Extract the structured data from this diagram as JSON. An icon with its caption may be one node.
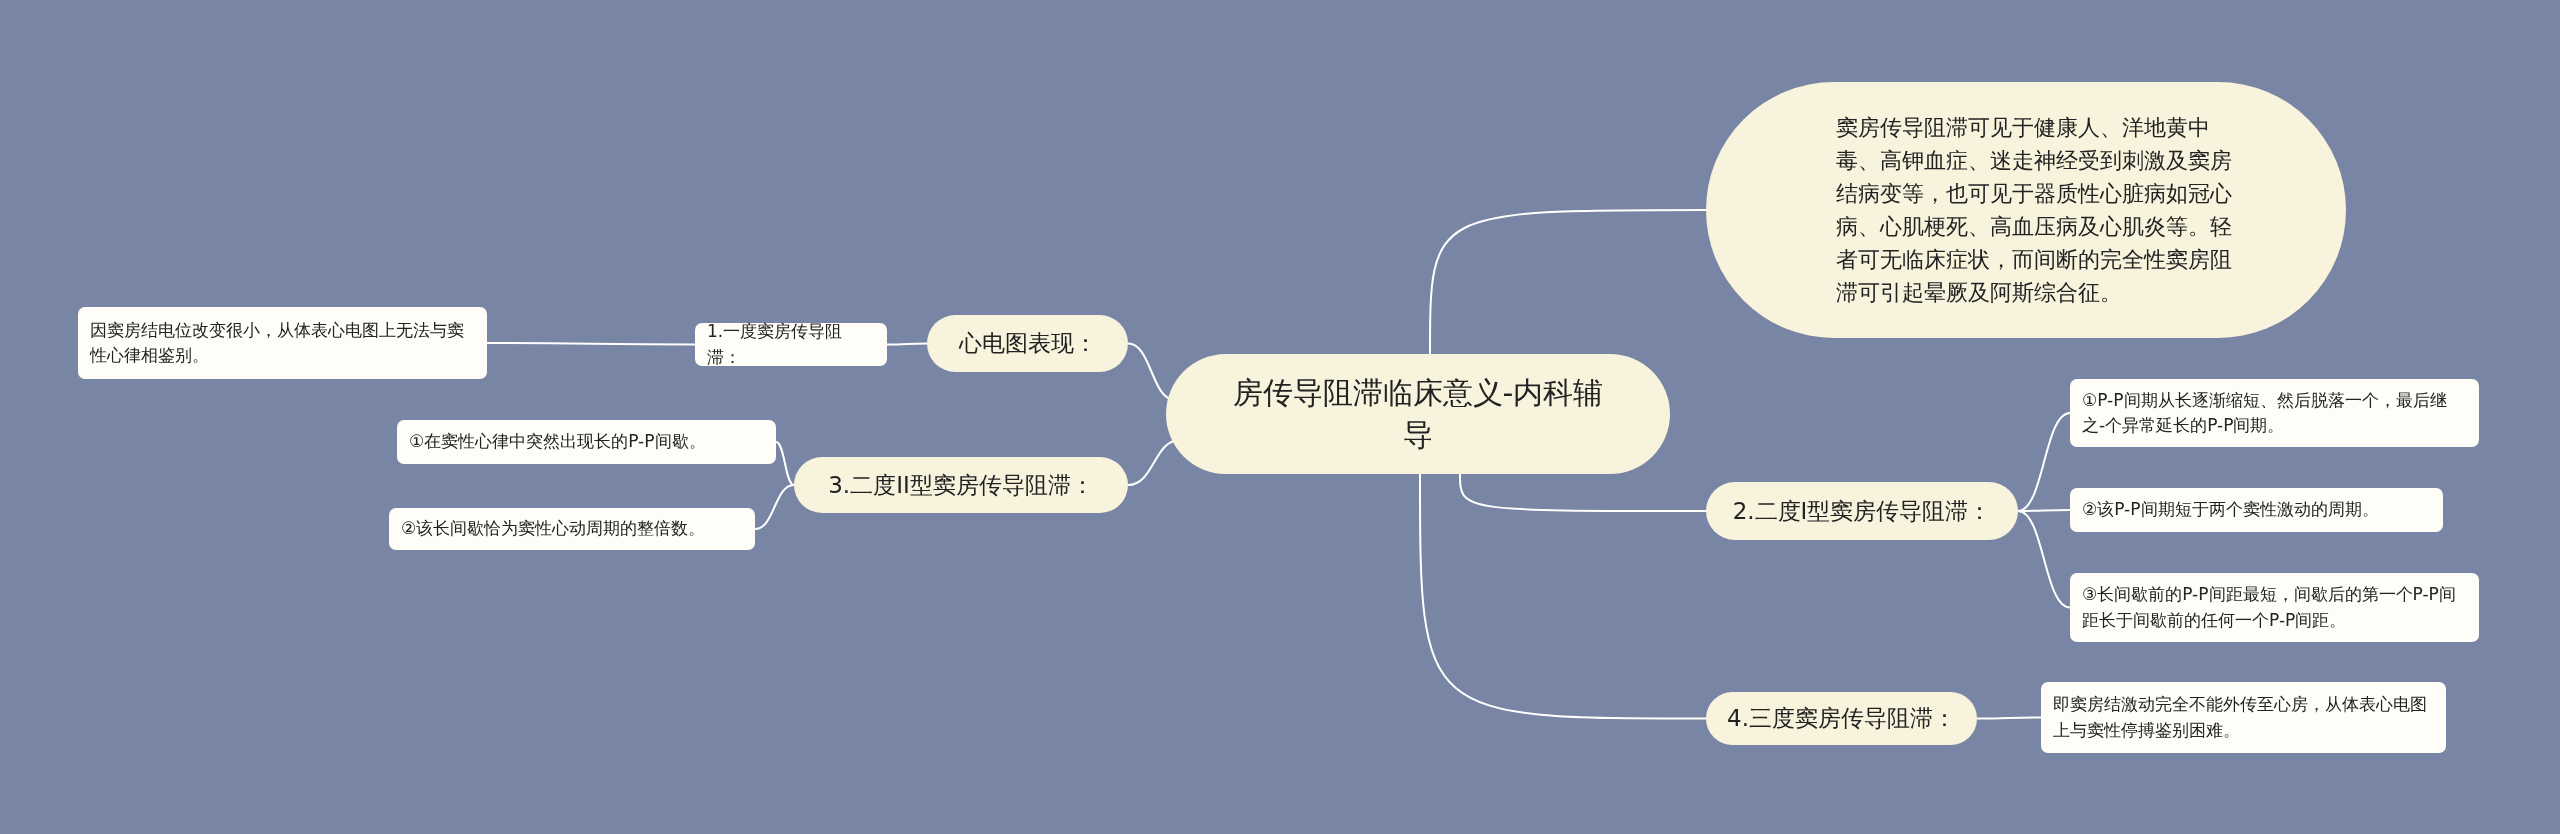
{
  "diagram": {
    "nodes": [
      {
        "text": [
          "房传导阻滞临床意义-内科辅导"
        ]
      },
      {
        "text": [
          "窦房传导阻滞可见于健康人、洋地黄中毒、高钾血症、迷走神经受到刺激及窦房结病变等，也可见于器质性心脏病如冠心病、心肌梗死、高血压病及心肌炎等。轻者可无临床症状，而间断的完全性窦房阻滞可引起晕厥及阿斯综合征。"
        ]
      },
      {
        "text": [
          "心电图表现："
        ]
      },
      {
        "text": [
          "1.一度窦房传导阻滞："
        ]
      },
      {
        "text": [
          "因窦房结电位改变很小，从体表心电图上无法与窦性心律相鉴别。"
        ]
      },
      {
        "text": [
          "3.二度II型窦房传导阻滞："
        ]
      },
      {
        "text": [
          "①在窦性心律中突然出现长的P-P间歇。"
        ]
      },
      {
        "text": [
          "②该长间歇恰为窦性心动周期的整倍数。"
        ]
      },
      {
        "text": [
          "2.二度I型窦房传导阻滞："
        ]
      },
      {
        "text": [
          "①P-P间期从长逐渐缩短、然后脱落一个，最后继之-个异常延长的P-P间期。"
        ]
      },
      {
        "text": [
          "②该P-P间期短于两个窦性激动的周期。"
        ]
      },
      {
        "text": [
          "③长间歇前的P-P间距最短，间歇后的第一个P-P间距长于间歇前的任何一个P-P间距。"
        ]
      },
      {
        "text": [
          "4.三度窦房传导阻滞："
        ]
      },
      {
        "text": [
          "即窦房结激动完全不能外传至心房，从体表心电图上与窦性停搏鉴别困难。"
        ]
      }
    ],
    "edges": [
      {
        "from": 0,
        "to": 1,
        "arrow": "none"
      },
      {
        "from": 0,
        "to": 2,
        "arrow": "none"
      },
      {
        "from": 2,
        "to": 3,
        "arrow": "none"
      },
      {
        "from": 3,
        "to": 4,
        "arrow": "none"
      },
      {
        "from": 0,
        "to": 5,
        "arrow": "none"
      },
      {
        "from": 5,
        "to": 6,
        "arrow": "none"
      },
      {
        "from": 5,
        "to": 7,
        "arrow": "none"
      },
      {
        "from": 0,
        "to": 8,
        "arrow": "none"
      },
      {
        "from": 8,
        "to": 9,
        "arrow": "none"
      },
      {
        "from": 8,
        "to": 10,
        "arrow": "none"
      },
      {
        "from": 8,
        "to": 11,
        "arrow": "none"
      },
      {
        "from": 0,
        "to": 12,
        "arrow": "none"
      },
      {
        "from": 12,
        "to": 13,
        "arrow": "none"
      }
    ]
  }
}
